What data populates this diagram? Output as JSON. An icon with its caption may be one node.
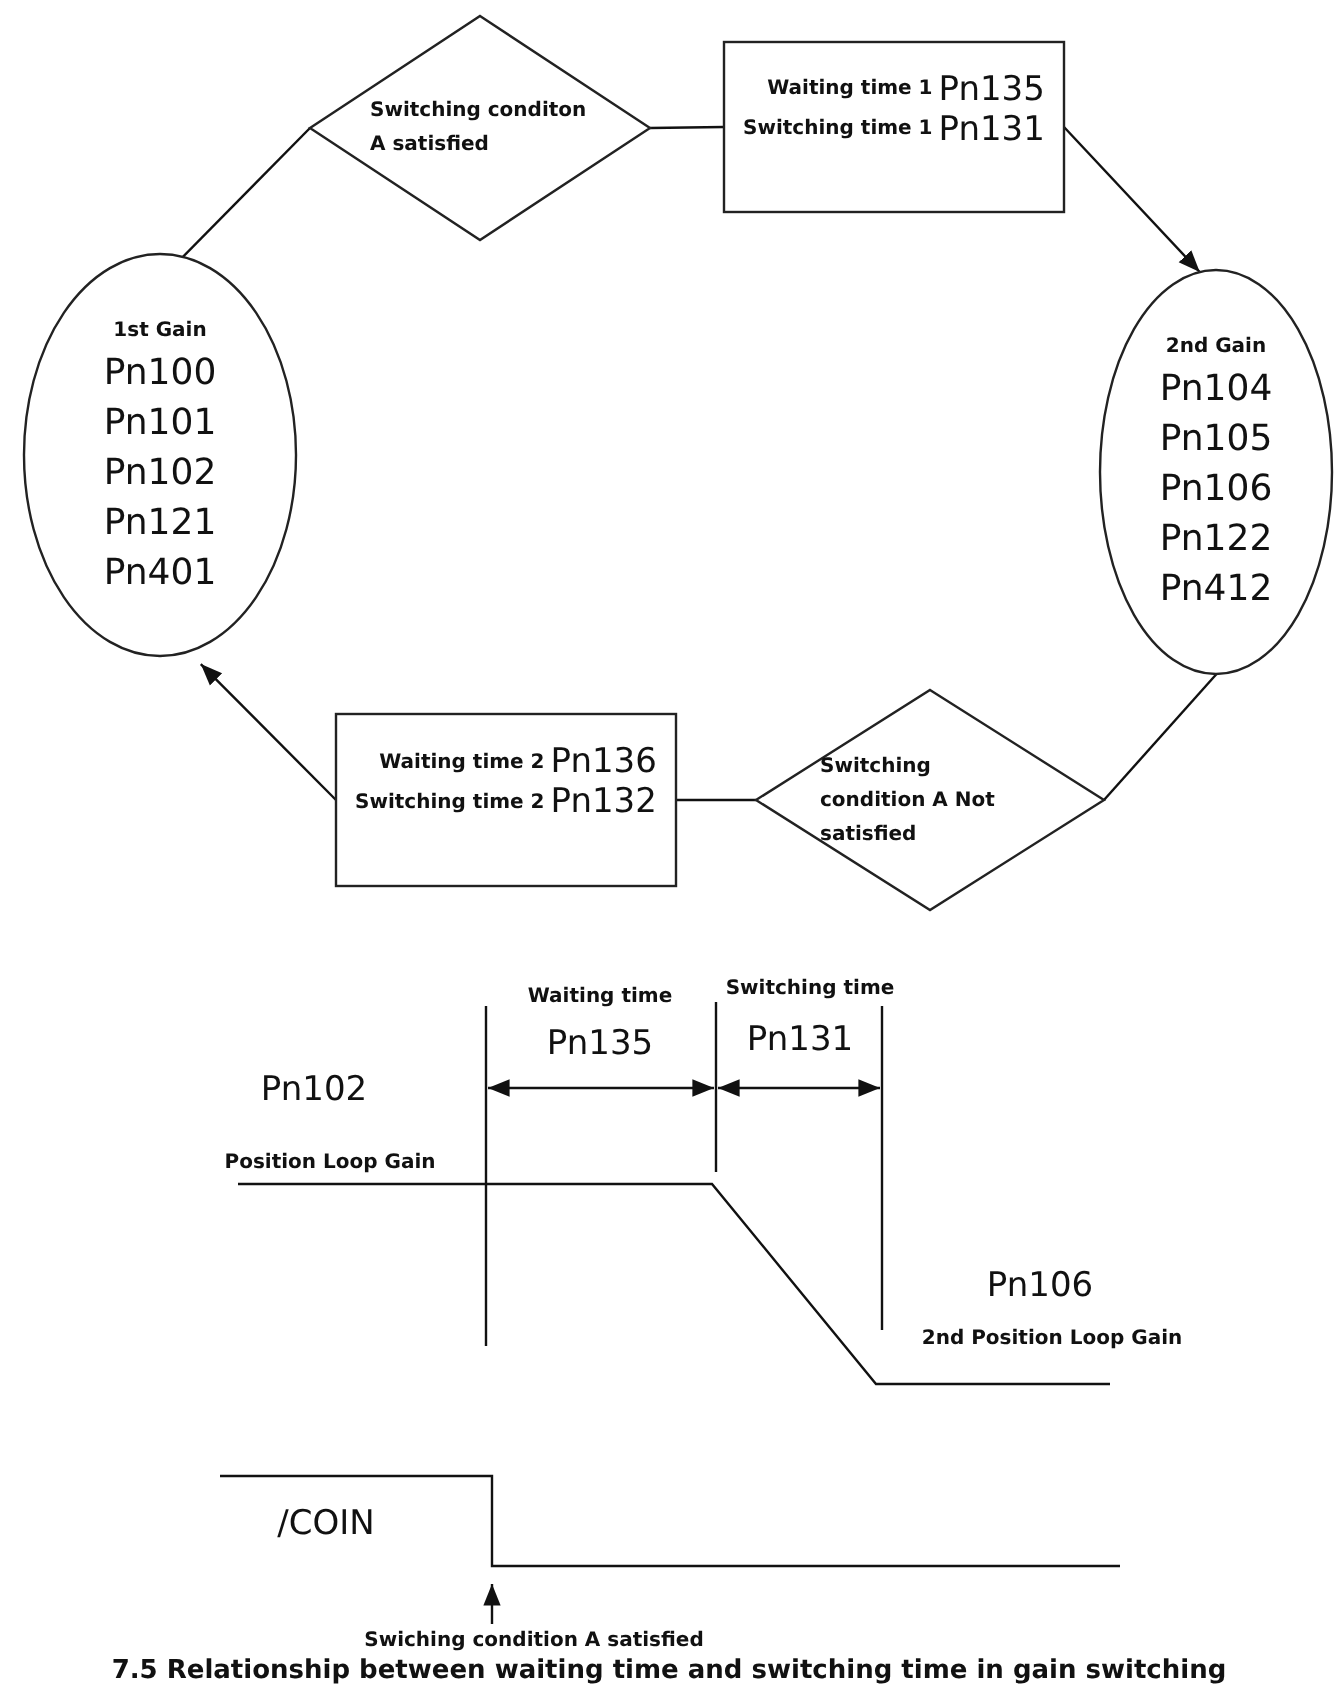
{
  "diagram": {
    "caption": "7.5 Relationship between waiting time and switching time in gain switching",
    "nodes": [
      {
        "text": [
          "Switching conditon A satisfied"
        ]
      },
      {
        "text": [
          "Waiting time 1",
          "Pn135",
          "Switching time 1",
          "Pn131"
        ]
      },
      {
        "text": [
          "1st Gain",
          "Pn100 Pn101 Pn102 Pn121 Pn401"
        ]
      },
      {
        "text": [
          "2nd Gain",
          "Pn104 Pn105 Pn106 Pn122 Pn412"
        ]
      },
      {
        "text": [
          "Waiting time 2",
          "Pn136",
          "Switching time 2",
          "Pn132"
        ]
      },
      {
        "text": [
          "Switching condition A Not satisfied"
        ]
      }
    ],
    "edges": [
      {
        "from": 2,
        "to": 0,
        "arrow": "none"
      },
      {
        "from": 0,
        "to": 1,
        "arrow": "none"
      },
      {
        "from": 1,
        "to": 3,
        "arrow": "to"
      },
      {
        "from": 3,
        "to": 5,
        "arrow": "none"
      },
      {
        "from": 5,
        "to": 4,
        "arrow": "none"
      },
      {
        "from": 4,
        "to": 2,
        "arrow": "to"
      }
    ],
    "labels": [
      "Waiting time",
      "Switching time",
      "Pn135",
      "Pn131",
      "Pn102",
      "Position Loop Gain",
      "Pn106",
      "2nd Position Loop Gain",
      "/COIN",
      "Swiching condition A satisfied"
    ]
  }
}
